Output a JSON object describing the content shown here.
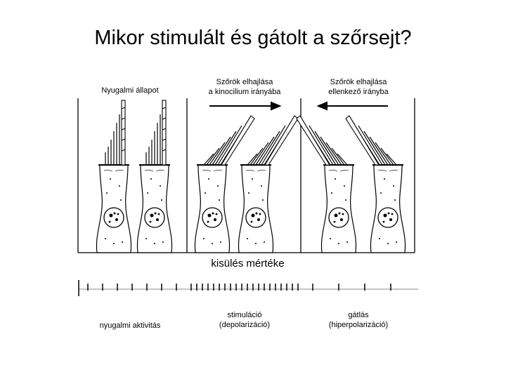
{
  "title": "Mikor stimulált és gátolt a szőrsejt?",
  "panels": [
    {
      "header": [
        "Nyugalmi állapot"
      ],
      "footer": [
        "nyugalmi aktivitás"
      ]
    },
    {
      "header": [
        "Szőrök elhajlása",
        "a kinocilium irányába"
      ],
      "footer": [
        "stimuláció",
        "(depolarizáció)"
      ]
    },
    {
      "header": [
        "Szőrök elhajlása",
        "ellenkező irányba"
      ],
      "footer": [
        "gátlás",
        "(hiperpolarizáció)"
      ]
    }
  ],
  "firing_label": "kisülés mértéke",
  "arrows": {
    "panel2": "right",
    "panel3": "left"
  },
  "colors": {
    "ink": "#000000",
    "background": "#ffffff",
    "gray_line": "#888888"
  }
}
